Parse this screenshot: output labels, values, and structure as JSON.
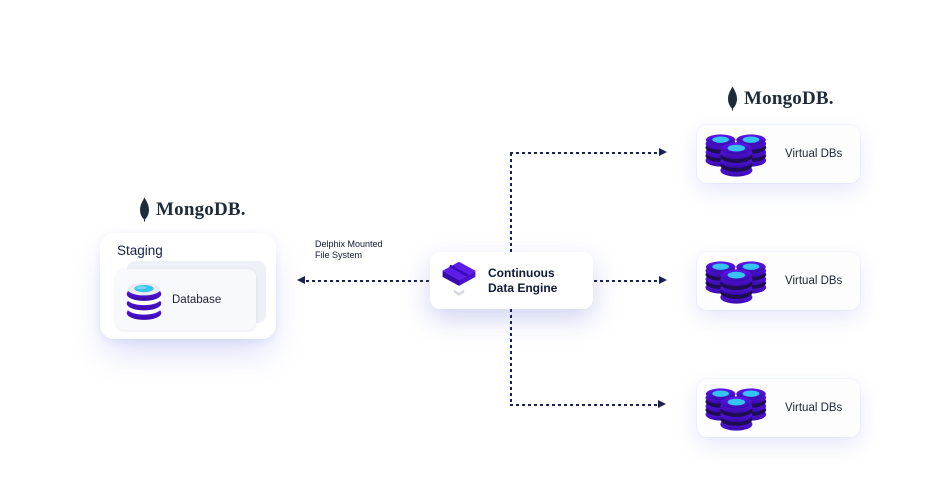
{
  "logos": {
    "staging_mongodb": "MongoDB.",
    "virtual_mongodb": "MongoDB."
  },
  "staging": {
    "title": "Staging",
    "database_label": "Database"
  },
  "connector_left": {
    "label": "Delphix Mounted\nFile System"
  },
  "engine": {
    "label": "Continuous\nData Engine"
  },
  "virtual_dbs": [
    {
      "label": "Virtual DBs"
    },
    {
      "label": "Virtual DBs"
    },
    {
      "label": "Virtual DBs"
    }
  ],
  "icons": {
    "mongodb_leaf": "mongodb-leaf-icon",
    "database_cylinder": "database-cylinder-icon",
    "database_cluster": "database-cluster-icon",
    "engine_cube": "delphix-cube-icon",
    "chevron_down": "chevron-down-icon"
  },
  "colors": {
    "db_purple": "#4b0fd6",
    "db_purple_dark": "#3a09ae",
    "db_cyan": "#35c4f2",
    "connector_navy": "#1b2150",
    "text_navy": "#16224a",
    "mongodb_dark": "#1d2b3a",
    "card_background": "#ffffff"
  }
}
